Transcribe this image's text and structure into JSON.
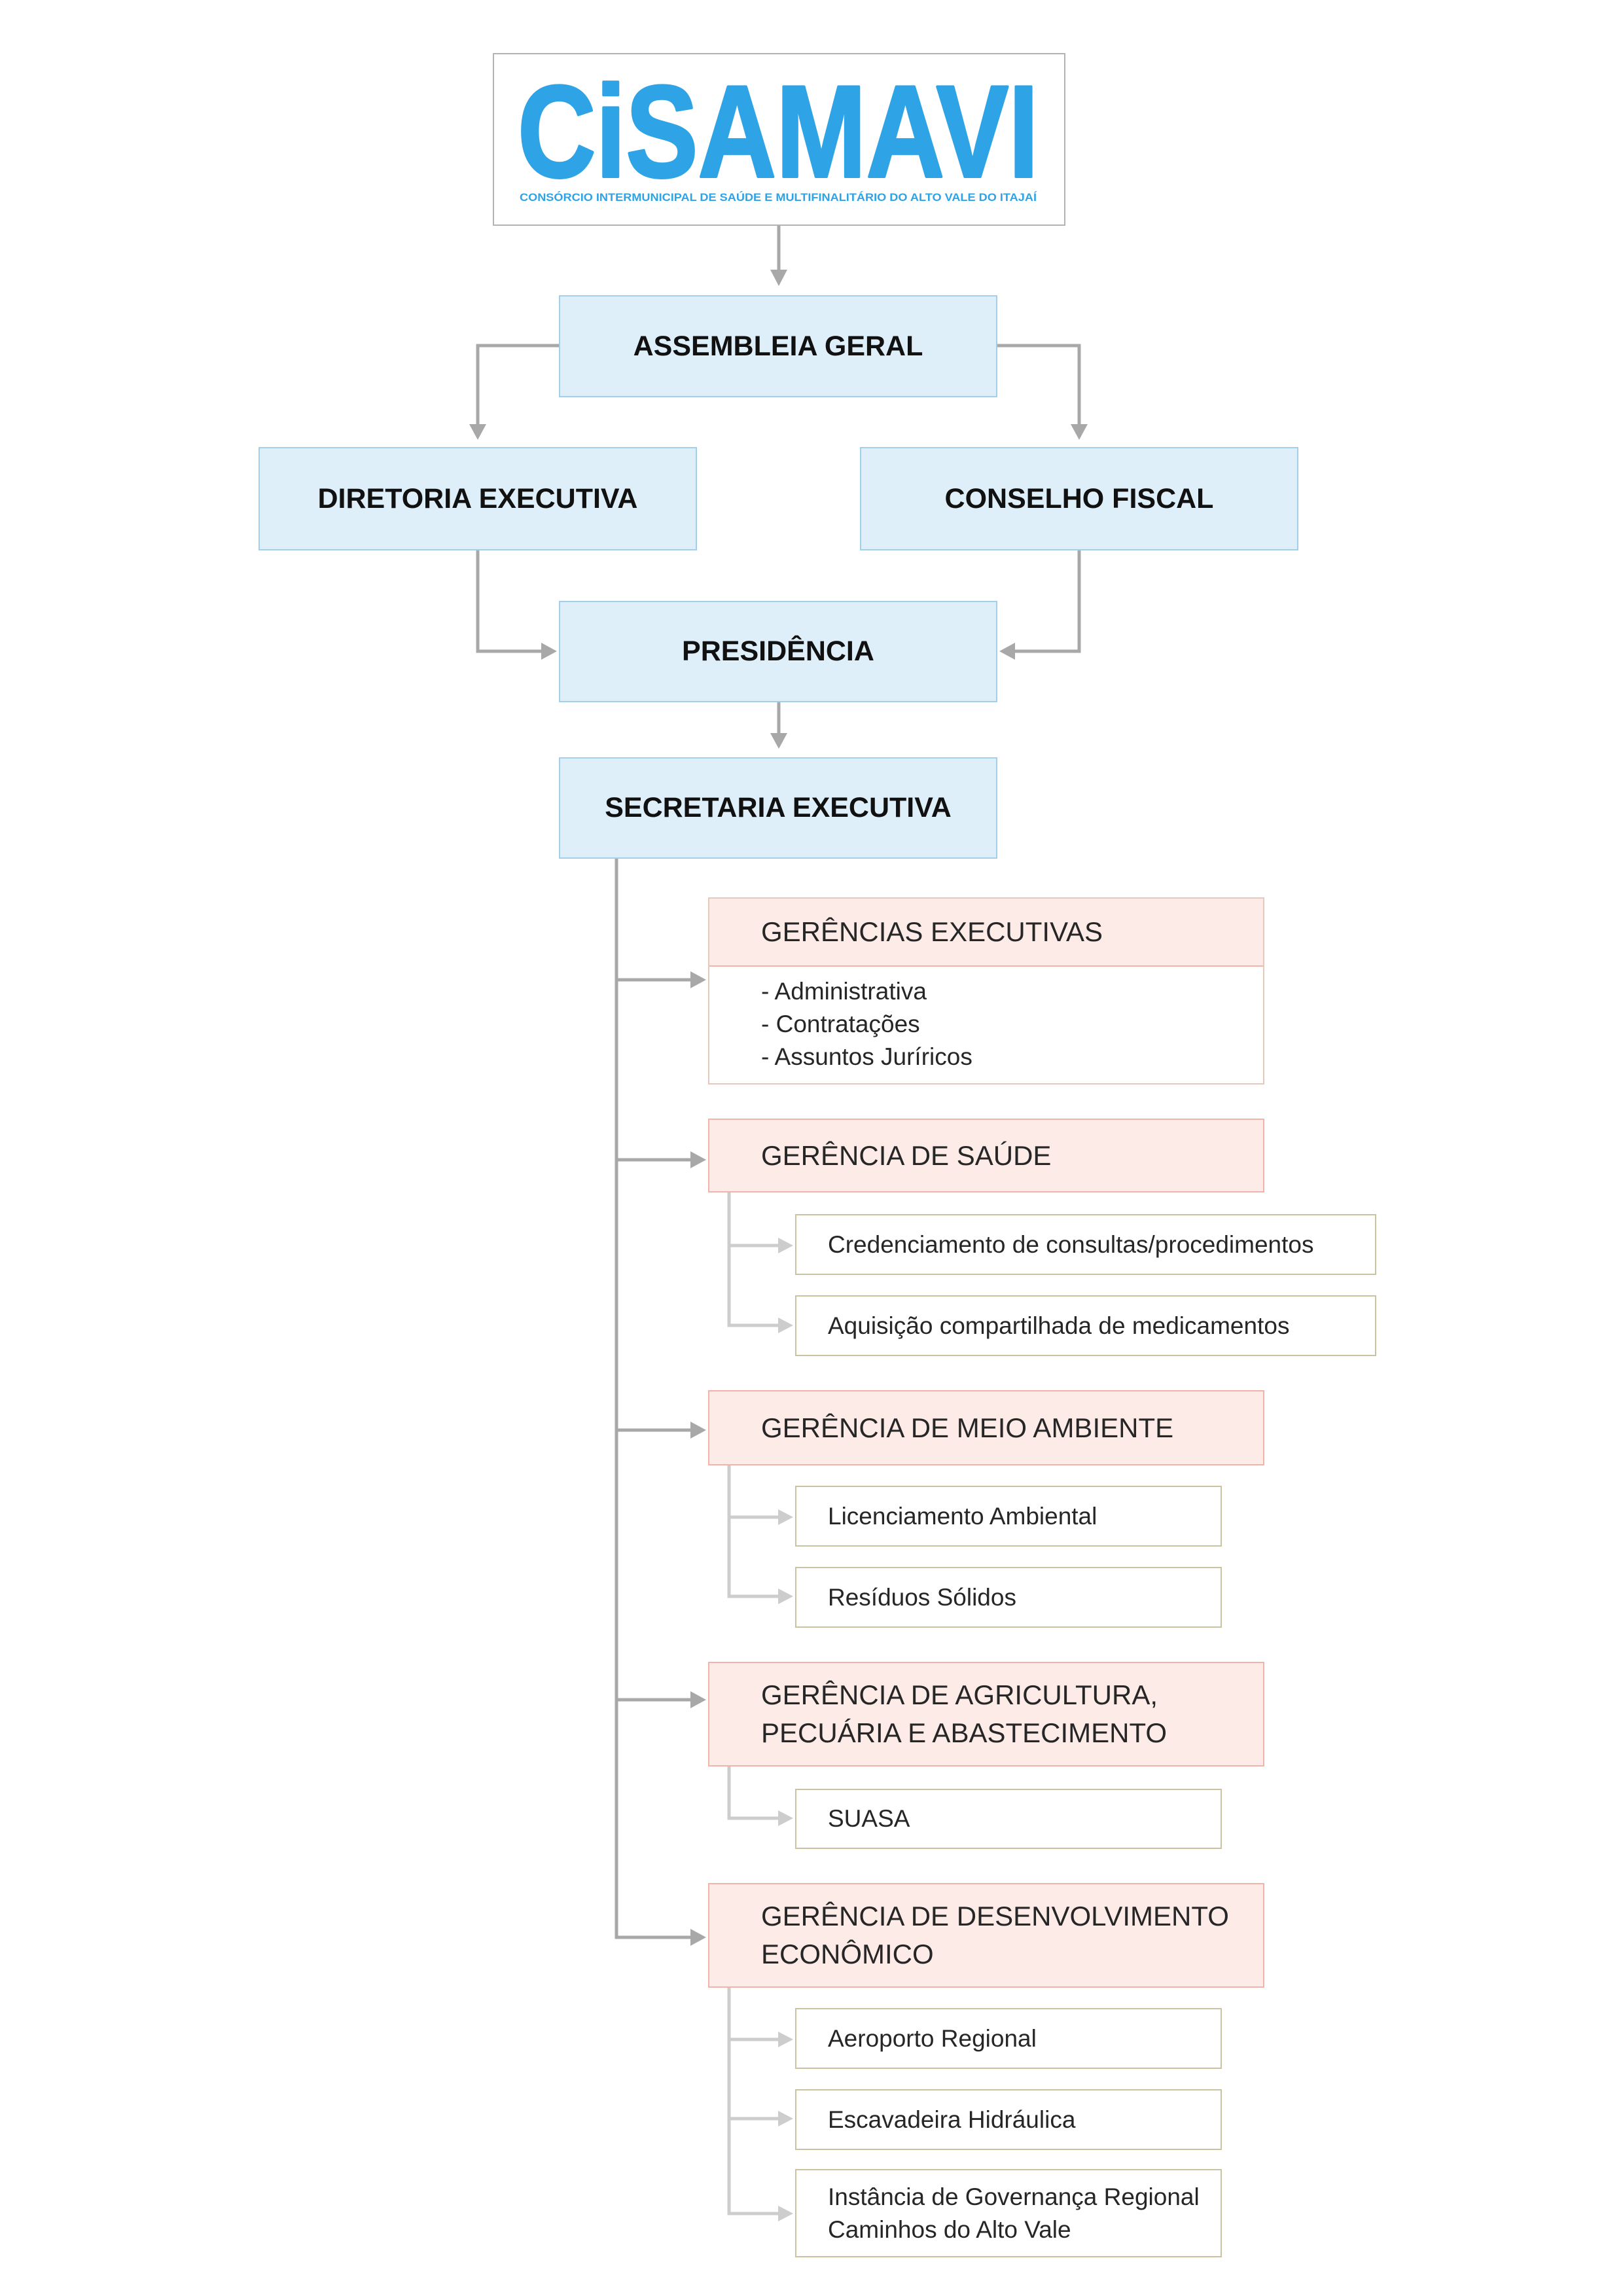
{
  "logo": {
    "name": "CiSAMAVI",
    "tagline": "CONSÓRCIO INTERMUNICIPAL DE SAÚDE E MULTIFINALITÁRIO DO ALTO VALE DO ITAJAÍ"
  },
  "org": {
    "assembleia": "ASSEMBLEIA GERAL",
    "diretoria": "DIRETORIA EXECUTIVA",
    "conselho": "CONSELHO FISCAL",
    "presidencia": "PRESIDÊNCIA",
    "secretaria": "SECRETARIA EXECUTIVA"
  },
  "gerencias": [
    {
      "title_lines": [
        "GERÊNCIAS EXECUTIVAS"
      ],
      "items": [
        "- Administrativa",
        "- Contratações",
        "- Assuntos Juríricos"
      ]
    },
    {
      "title_lines": [
        "GERÊNCIA DE SAÚDE"
      ],
      "units": [
        {
          "lines": [
            "Credenciamento de consultas/procedimentos"
          ]
        },
        {
          "lines": [
            "Aquisição compartilhada de medicamentos"
          ]
        }
      ]
    },
    {
      "title_lines": [
        "GERÊNCIA DE MEIO AMBIENTE"
      ],
      "units": [
        {
          "lines": [
            "Licenciamento Ambiental"
          ]
        },
        {
          "lines": [
            "Resíduos Sólidos"
          ]
        }
      ]
    },
    {
      "title_lines": [
        "GERÊNCIA DE AGRICULTURA,",
        "PECUÁRIA E ABASTECIMENTO"
      ],
      "units": [
        {
          "lines": [
            "SUASA"
          ]
        }
      ]
    },
    {
      "title_lines": [
        "GERÊNCIA DE DESENVOLVIMENTO",
        "ECONÔMICO"
      ],
      "units": [
        {
          "lines": [
            "Aeroporto Regional"
          ]
        },
        {
          "lines": [
            "Escavadeira Hidráulica"
          ]
        },
        {
          "lines": [
            "Instância de Governança Regional",
            "Caminhos do Alto Vale"
          ]
        }
      ]
    }
  ],
  "colors": {
    "logo_blue": "#2ea3e6",
    "top_box_fill": "#deeffa",
    "top_box_border": "#a3cfe9",
    "header_fill": "#fdebe8",
    "header_border": "#f0b4aa",
    "unit_border": "#c9c3a2",
    "connector": "#a8a8a8",
    "sub_connector": "#cdcdcd"
  }
}
